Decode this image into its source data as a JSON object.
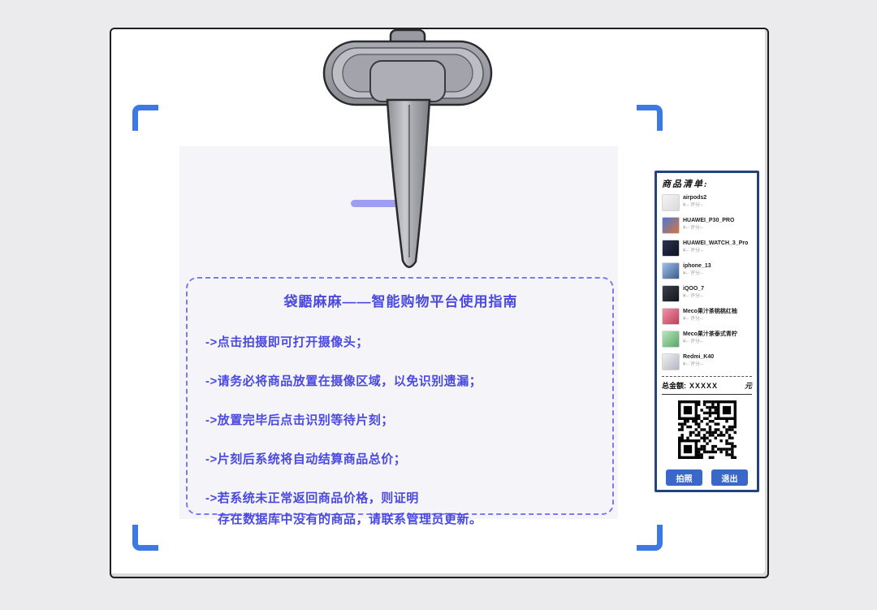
{
  "theme": {
    "bracket_blue": "#3c79e6",
    "guide_text_purple": "#4a4ae0",
    "panel_border_navy": "#24427e",
    "button_blue": "#3a67c8",
    "loading_dash_purple": "#9d9df1"
  },
  "guide": {
    "title": "袋鼯麻麻——智能购物平台使用指南",
    "lines": [
      "->点击拍摄即可打开摄像头；",
      "->请务必将商品放置在摄像区域，以免识别遗漏；",
      "->放置完毕后点击识别等待片刻；",
      "->片刻后系统将自动结算商品总价；",
      "->若系统未正常返回商品价格，则证明",
      "存在数据库中没有的商品，请联系管理员更新。"
    ]
  },
  "panel": {
    "header": "商品清单:",
    "products": [
      {
        "name": "airpods2",
        "meta": "¥-- 评分--",
        "thumb": "linear-gradient(135deg,#f4f4f4,#d9d9dd)"
      },
      {
        "name": "HUAWEI_P30_PRO",
        "meta": "¥-- 评分--",
        "thumb": "linear-gradient(135deg,#4a79d0,#d9743f)"
      },
      {
        "name": "HUAWEI_WATCH_3_Pro",
        "meta": "¥-- 评分--",
        "thumb": "linear-gradient(135deg,#2a3350,#10131f)"
      },
      {
        "name": "iphone_13",
        "meta": "¥-- 评分--",
        "thumb": "linear-gradient(135deg,#9fc0e8,#3a5b8f)"
      },
      {
        "name": "iQOO_7",
        "meta": "¥-- 评分--",
        "thumb": "linear-gradient(135deg,#3a3f4a,#14161c)"
      },
      {
        "name": "Meco果汁茶桃桃红柚",
        "meta": "¥-- 评分--",
        "thumb": "linear-gradient(135deg,#ef93ab,#c23e58)"
      },
      {
        "name": "Meco果汁茶泰式青柠",
        "meta": "¥-- 评分--",
        "thumb": "linear-gradient(135deg,#b9e4bb,#58a668)"
      },
      {
        "name": "Redmi_K40",
        "meta": "¥-- 评分--",
        "thumb": "linear-gradient(135deg,#f0f0f2,#b2b6bf)"
      }
    ],
    "total_label": "总金额:",
    "total_value": "XXXXX",
    "total_unit": "元",
    "buttons": {
      "capture": "拍照",
      "exit": "退出"
    }
  }
}
